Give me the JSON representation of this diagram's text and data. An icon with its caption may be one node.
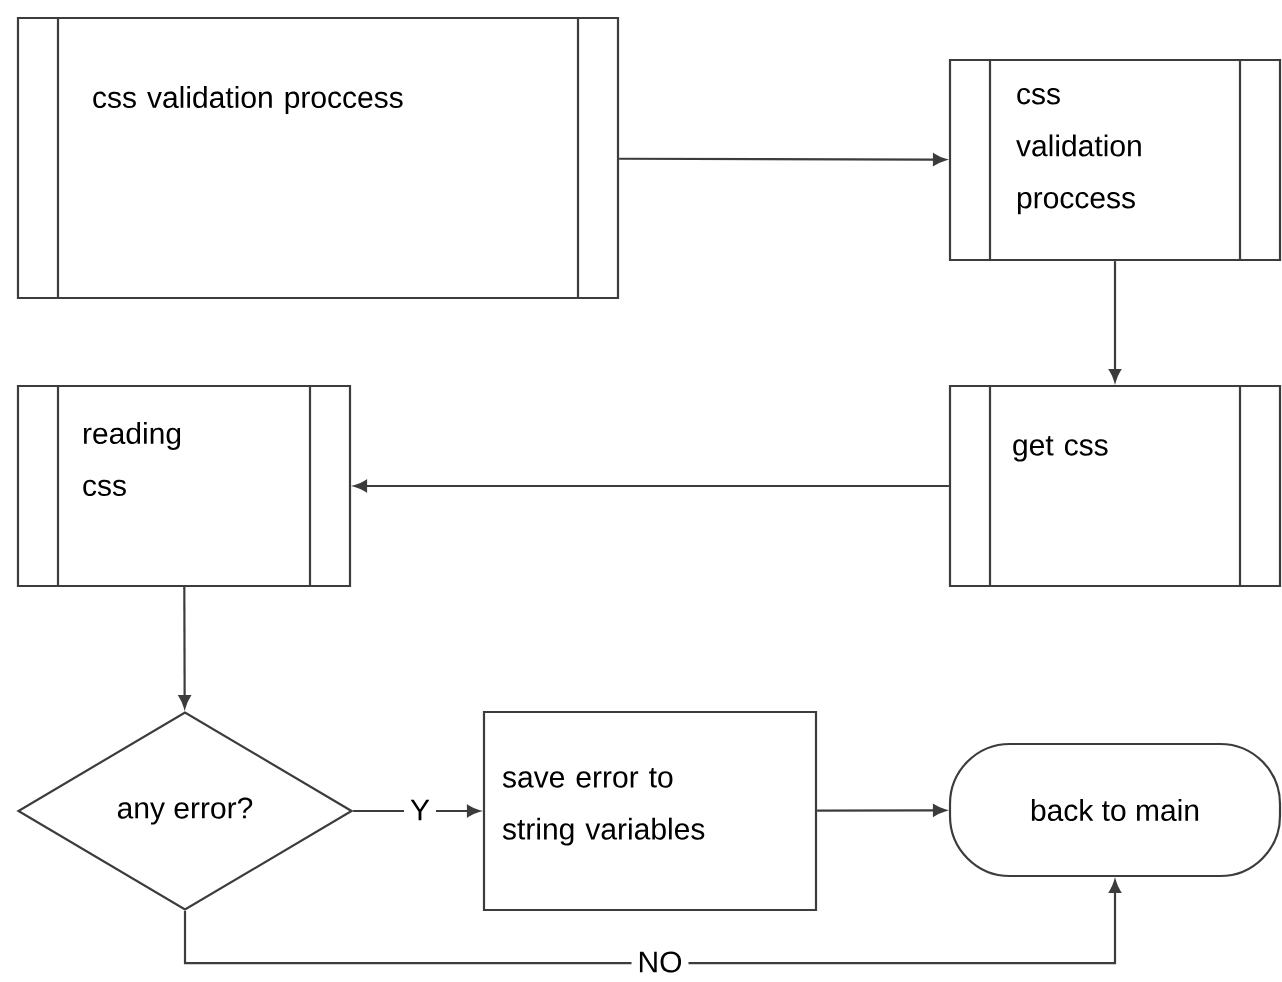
{
  "diagram": {
    "nodes": [
      {
        "text": [
          "css validation proccess"
        ]
      },
      {
        "text": [
          "css validation proccess"
        ]
      },
      {
        "text": [
          "reading css"
        ]
      },
      {
        "text": [
          "get css"
        ]
      },
      {
        "text": [
          "any error?"
        ]
      },
      {
        "text": [
          "save error to string variables"
        ]
      },
      {
        "text": [
          "back to main"
        ]
      }
    ],
    "edges": [
      {
        "from": 0,
        "to": 1,
        "arrow": "to"
      },
      {
        "from": 1,
        "to": 3,
        "arrow": "to"
      },
      {
        "from": 3,
        "to": 2,
        "arrow": "to"
      },
      {
        "from": 2,
        "to": 4,
        "arrow": "to"
      },
      {
        "from": 4,
        "to": 5,
        "arrow": "to",
        "label": "Y"
      },
      {
        "from": 5,
        "to": 6,
        "arrow": "to"
      },
      {
        "from": 4,
        "to": 6,
        "arrow": "to",
        "label": "NO"
      }
    ]
  }
}
